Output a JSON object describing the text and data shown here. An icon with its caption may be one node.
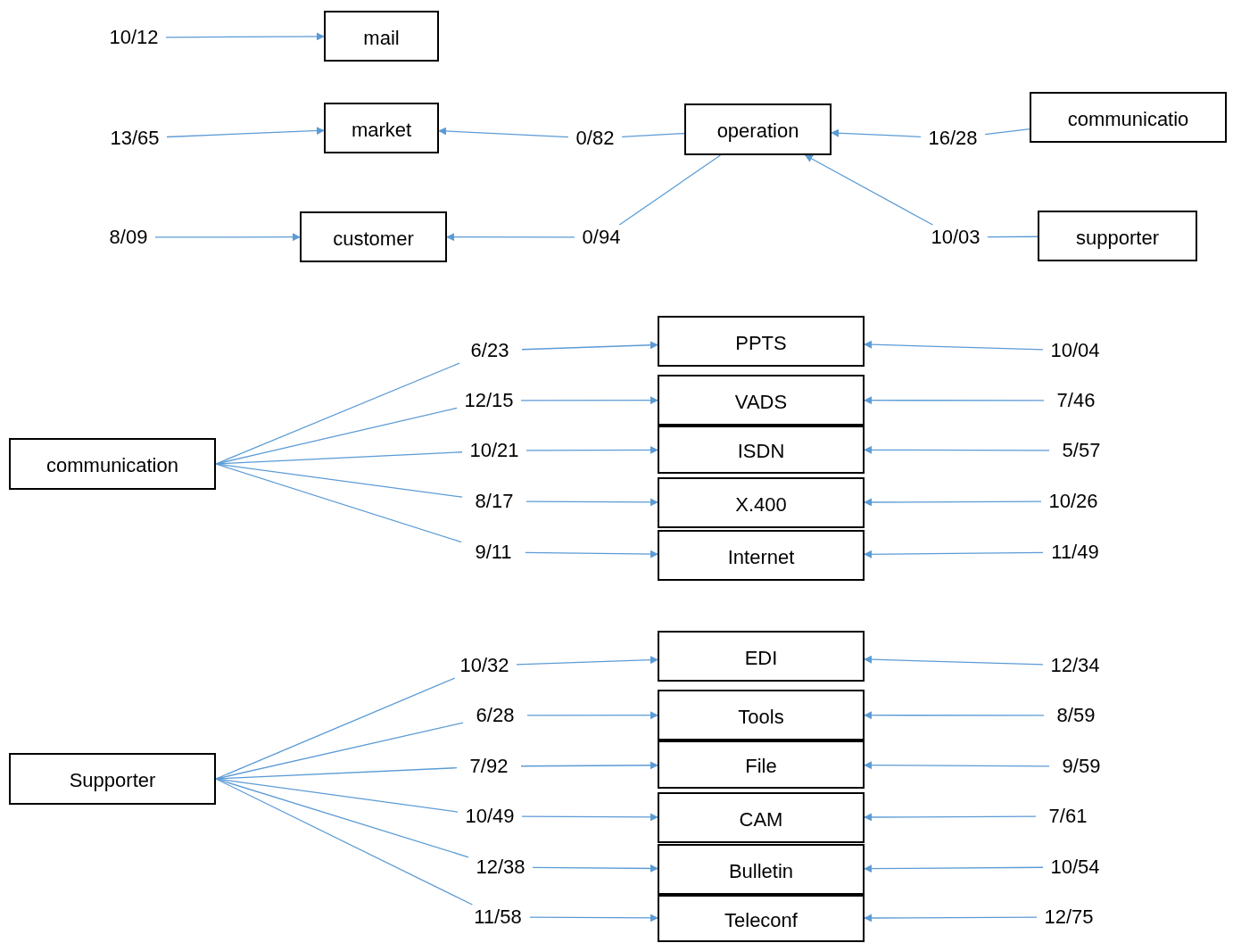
{
  "diagram": {
    "nodes": [
      {
        "text": [
          "10/12"
        ]
      },
      {
        "text": [
          "mail"
        ]
      },
      {
        "text": [
          "13/65"
        ]
      },
      {
        "text": [
          "market"
        ]
      },
      {
        "text": [
          "0/82"
        ]
      },
      {
        "text": [
          "operation"
        ]
      },
      {
        "text": [
          "16/28"
        ]
      },
      {
        "text": [
          "communicatio"
        ]
      },
      {
        "text": [
          "8/09"
        ]
      },
      {
        "text": [
          "customer"
        ]
      },
      {
        "text": [
          "0/94"
        ]
      },
      {
        "text": [
          "10/03"
        ]
      },
      {
        "text": [
          "supporter"
        ]
      },
      {
        "text": [
          "communication"
        ]
      },
      {
        "text": [
          "6/23"
        ]
      },
      {
        "text": [
          "PPTS"
        ]
      },
      {
        "text": [
          "10/04"
        ]
      },
      {
        "text": [
          "12/15"
        ]
      },
      {
        "text": [
          "VADS"
        ]
      },
      {
        "text": [
          "7/46"
        ]
      },
      {
        "text": [
          "10/21"
        ]
      },
      {
        "text": [
          "ISDN"
        ]
      },
      {
        "text": [
          "5/57"
        ]
      },
      {
        "text": [
          "8/17"
        ]
      },
      {
        "text": [
          "X.400"
        ]
      },
      {
        "text": [
          "10/26"
        ]
      },
      {
        "text": [
          "9/11"
        ]
      },
      {
        "text": [
          "Internet"
        ]
      },
      {
        "text": [
          "11/49"
        ]
      },
      {
        "text": [
          "Supporter"
        ]
      },
      {
        "text": [
          "10/32"
        ]
      },
      {
        "text": [
          "EDI"
        ]
      },
      {
        "text": [
          "12/34"
        ]
      },
      {
        "text": [
          "6/28"
        ]
      },
      {
        "text": [
          "Tools"
        ]
      },
      {
        "text": [
          "8/59"
        ]
      },
      {
        "text": [
          "7/92"
        ]
      },
      {
        "text": [
          "File"
        ]
      },
      {
        "text": [
          "9/59"
        ]
      },
      {
        "text": [
          "10/49"
        ]
      },
      {
        "text": [
          "CAM"
        ]
      },
      {
        "text": [
          "7/61"
        ]
      },
      {
        "text": [
          "12/38"
        ]
      },
      {
        "text": [
          "Bulletin"
        ]
      },
      {
        "text": [
          "10/54"
        ]
      },
      {
        "text": [
          "11/58"
        ]
      },
      {
        "text": [
          "Teleconf"
        ]
      },
      {
        "text": [
          "12/75"
        ]
      }
    ],
    "edges": [
      {
        "from": 0,
        "to": 1,
        "arrow": "to"
      },
      {
        "from": 2,
        "to": 3,
        "arrow": "to"
      },
      {
        "from": 8,
        "to": 9,
        "arrow": "to"
      },
      {
        "from": 4,
        "to": 3,
        "arrow": "to"
      },
      {
        "from": 5,
        "to": 4,
        "arrow": "none"
      },
      {
        "from": 5,
        "to": 10,
        "arrow": "none"
      },
      {
        "from": 10,
        "to": 9,
        "arrow": "to"
      },
      {
        "from": 7,
        "to": 6,
        "arrow": "none"
      },
      {
        "from": 6,
        "to": 5,
        "arrow": "to"
      },
      {
        "from": 12,
        "to": 11,
        "arrow": "none"
      },
      {
        "from": 11,
        "to": 5,
        "arrow": "to"
      },
      {
        "from": 13,
        "to": 14,
        "arrow": "none"
      },
      {
        "from": 13,
        "to": 17,
        "arrow": "none"
      },
      {
        "from": 13,
        "to": 20,
        "arrow": "none"
      },
      {
        "from": 13,
        "to": 23,
        "arrow": "none"
      },
      {
        "from": 13,
        "to": 26,
        "arrow": "none"
      },
      {
        "from": 14,
        "to": 15,
        "arrow": "to"
      },
      {
        "from": 17,
        "to": 18,
        "arrow": "to"
      },
      {
        "from": 20,
        "to": 21,
        "arrow": "to"
      },
      {
        "from": 23,
        "to": 24,
        "arrow": "to"
      },
      {
        "from": 26,
        "to": 27,
        "arrow": "to"
      },
      {
        "from": 16,
        "to": 15,
        "arrow": "to"
      },
      {
        "from": 19,
        "to": 18,
        "arrow": "to"
      },
      {
        "from": 22,
        "to": 21,
        "arrow": "to"
      },
      {
        "from": 25,
        "to": 24,
        "arrow": "to"
      },
      {
        "from": 28,
        "to": 27,
        "arrow": "to"
      },
      {
        "from": 29,
        "to": 30,
        "arrow": "none"
      },
      {
        "from": 29,
        "to": 33,
        "arrow": "none"
      },
      {
        "from": 29,
        "to": 36,
        "arrow": "none"
      },
      {
        "from": 29,
        "to": 39,
        "arrow": "none"
      },
      {
        "from": 29,
        "to": 42,
        "arrow": "none"
      },
      {
        "from": 29,
        "to": 45,
        "arrow": "none"
      },
      {
        "from": 30,
        "to": 31,
        "arrow": "to"
      },
      {
        "from": 33,
        "to": 34,
        "arrow": "to"
      },
      {
        "from": 36,
        "to": 37,
        "arrow": "to"
      },
      {
        "from": 39,
        "to": 40,
        "arrow": "to"
      },
      {
        "from": 42,
        "to": 43,
        "arrow": "to"
      },
      {
        "from": 45,
        "to": 46,
        "arrow": "to"
      },
      {
        "from": 32,
        "to": 31,
        "arrow": "to"
      },
      {
        "from": 35,
        "to": 34,
        "arrow": "to"
      },
      {
        "from": 38,
        "to": 37,
        "arrow": "to"
      },
      {
        "from": 41,
        "to": 40,
        "arrow": "to"
      },
      {
        "from": 44,
        "to": 43,
        "arrow": "to"
      },
      {
        "from": 47,
        "to": 46,
        "arrow": "to"
      }
    ]
  }
}
